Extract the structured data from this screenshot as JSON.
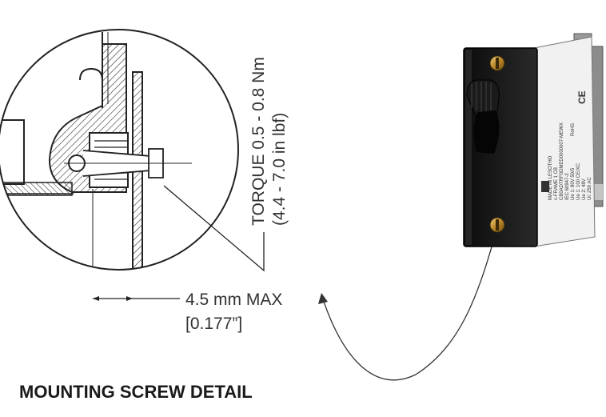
{
  "diagram": {
    "title": "MOUNTING SCREW DETAIL",
    "torque": {
      "line1": "TORQUE 0.5 - 0.8 Nm",
      "line2": "(4.4 - 7.0 in lbf)"
    },
    "dimension": {
      "line1": "4.5 mm MAX",
      "line2": "[0.177”]"
    },
    "device_label": {
      "lines": [
        "MADE IN LESOTHO",
        "c-FRAME 1 CB",
        "CB0ADTRF0DMED0000007-MEWX",
        "IEC 60947-2",
        "Ue 1: 80V 50/5",
        "Ue 1: 100 CE/XC",
        "Ue 2: 48V",
        "Ui: 250 AC"
      ],
      "symbols": [
        "CE",
        "RoHS"
      ]
    }
  }
}
